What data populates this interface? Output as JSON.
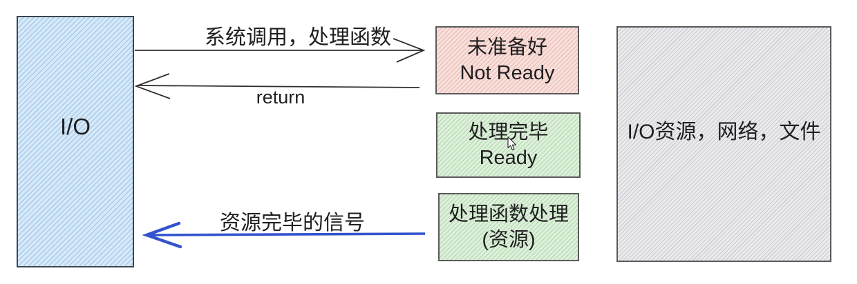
{
  "io_box": {
    "label": "I/O"
  },
  "resource_box": {
    "label": "I/O资源，网络，文件"
  },
  "state_boxes": {
    "not_ready": {
      "line1": "未准备好",
      "line2": "Not Ready"
    },
    "ready": {
      "line1": "处理完毕",
      "line2": "Ready"
    },
    "handler": {
      "line1": "处理函数处理",
      "line2": "(资源)"
    }
  },
  "arrows": {
    "syscall_label": "系统调用，处理函数",
    "return_label": "return",
    "signal_label": "资源完毕的信号"
  },
  "colors": {
    "io-fill": "#d7e9f8",
    "io-hatch": "#a7cbea",
    "red-fill": "#f8e0dc",
    "red-hatch": "#eab9b0",
    "green-fill": "#def0dc",
    "green-hatch": "#b0d7ab",
    "gray-fill": "#ebebee",
    "gray-hatch": "#c9c9cf",
    "border": "#5a5a5a",
    "io-border": "#3c464f",
    "arrow-black": "#2e2e2e",
    "arrow-blue": "#3454cd",
    "text": "#1f1f1f",
    "background": "#ffffff"
  }
}
